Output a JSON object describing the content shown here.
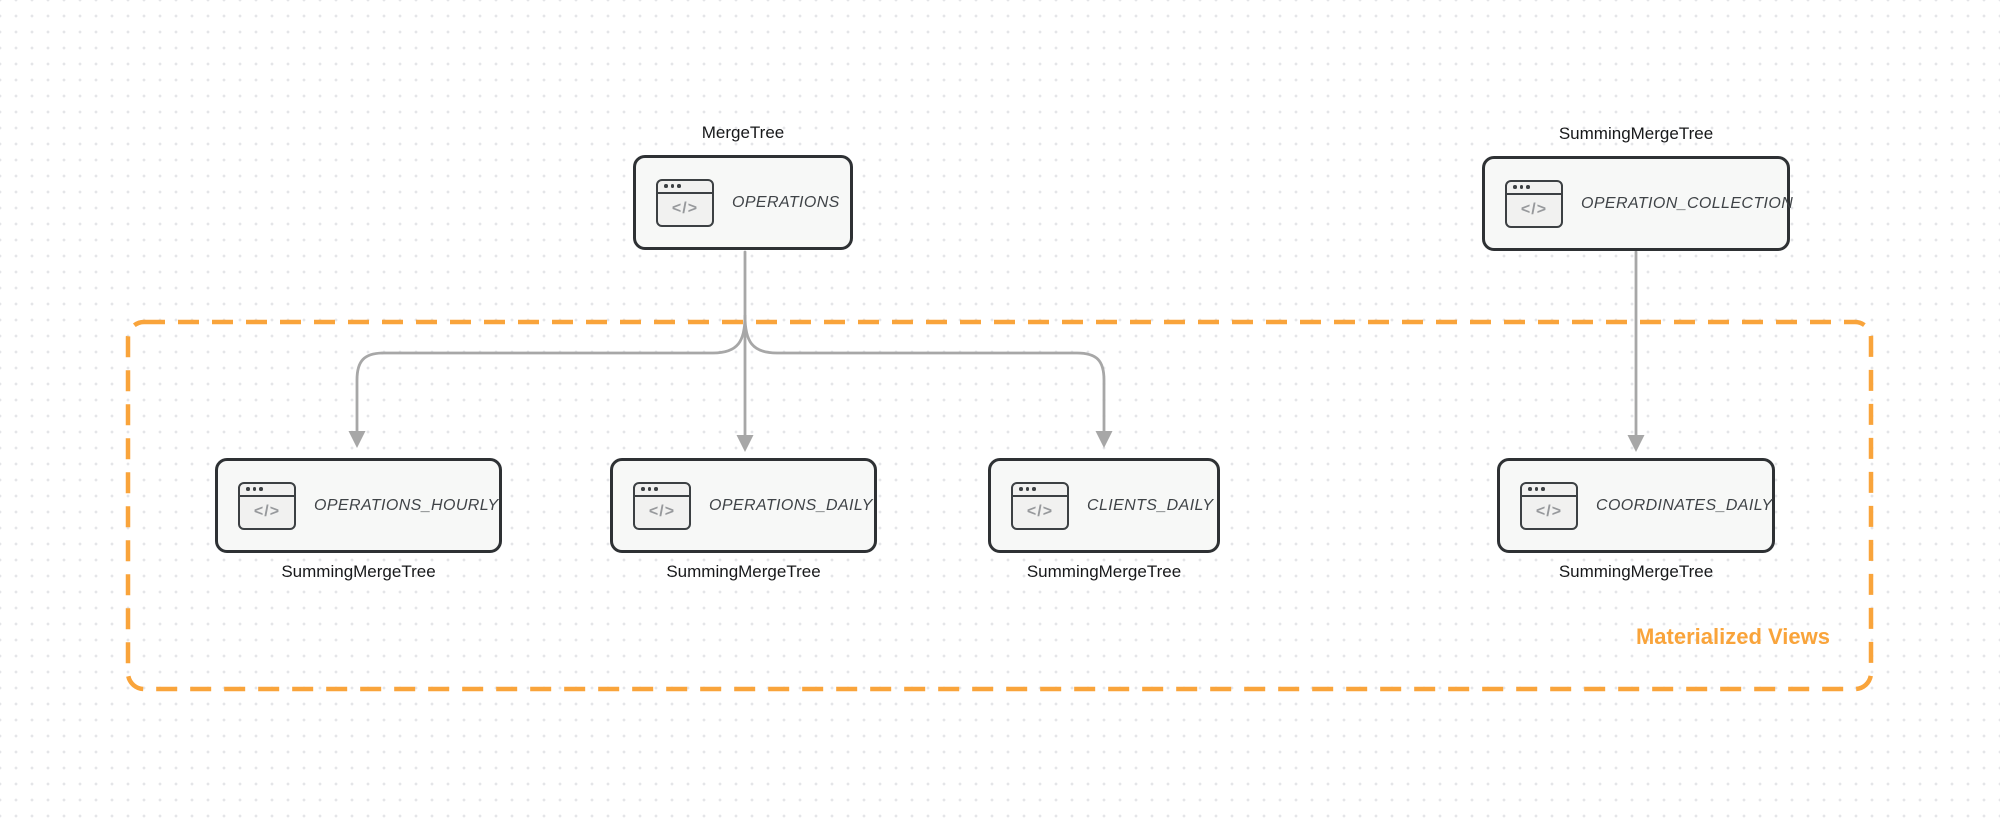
{
  "diagram": {
    "group": {
      "label": "Materialized Views",
      "border_style": "dashed",
      "color": "#F9A43B"
    },
    "icons": {
      "code_glyph": "</>"
    },
    "colors": {
      "node_border": "#2E3134",
      "node_background": "#F7F8F7",
      "arrow": "#A7A7A7",
      "group_orange": "#F9A43B",
      "dot_grid": "#E4E5E8"
    },
    "nodes": {
      "operations": {
        "title": "OPERATIONS",
        "engine": "MergeTree"
      },
      "operation_collection": {
        "title": "OPERATION_COLLECTION",
        "engine": "SummingMergeTree"
      },
      "operations_hourly": {
        "title": "OPERATIONS_HOURLY",
        "engine": "SummingMergeTree"
      },
      "operations_daily": {
        "title": "OPERATIONS_DAILY",
        "engine": "SummingMergeTree"
      },
      "clients_daily": {
        "title": "CLIENTS_DAILY",
        "engine": "SummingMergeTree"
      },
      "coordinates_daily": {
        "title": "COORDINATES_DAILY",
        "engine": "SummingMergeTree"
      }
    },
    "edges": [
      {
        "from": "OPERATIONS",
        "to": "OPERATIONS_HOURLY"
      },
      {
        "from": "OPERATIONS",
        "to": "OPERATIONS_DAILY"
      },
      {
        "from": "OPERATIONS",
        "to": "CLIENTS_DAILY"
      },
      {
        "from": "OPERATION_COLLECTION",
        "to": "COORDINATES_DAILY"
      }
    ]
  }
}
